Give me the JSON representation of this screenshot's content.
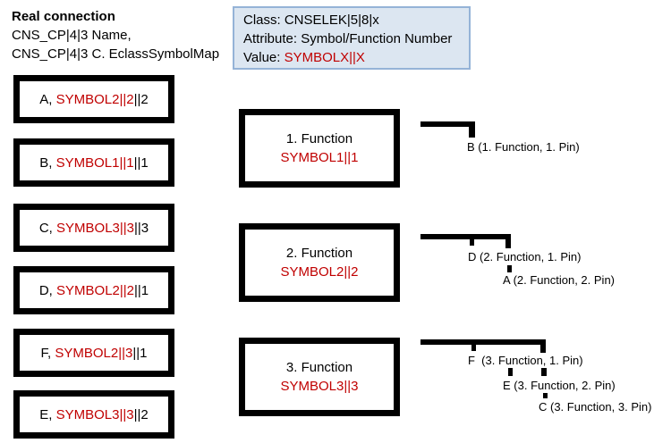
{
  "header": {
    "title": "Real connection",
    "line2": "CNS_CP|4|3 Name,",
    "line3": "CNS_CP|4|3 C. EclassSymbolMap"
  },
  "info_box": {
    "class_line": "Class: CNSELEK|5|8|x",
    "attribute_line": "Attribute: Symbol/Function Number",
    "value_label": "Value: ",
    "value": "SYMBOLX||X"
  },
  "connections": [
    {
      "prefix": "A, ",
      "symbol": "SYMBOL2||2",
      "suffix": "||2"
    },
    {
      "prefix": "B, ",
      "symbol": "SYMBOL1||1",
      "suffix": "||1"
    },
    {
      "prefix": "C, ",
      "symbol": "SYMBOL3||3",
      "suffix": "||3"
    },
    {
      "prefix": "D, ",
      "symbol": "SYMBOL2||2",
      "suffix": "||1"
    },
    {
      "prefix": "F, ",
      "symbol": "SYMBOL2||3",
      "suffix": "||1"
    },
    {
      "prefix": "E, ",
      "symbol": "SYMBOL3||3",
      "suffix": "||2"
    }
  ],
  "functions": [
    {
      "title": "1. Function",
      "symbol": "SYMBOL1||1",
      "pins": [
        "B (1. Function, 1. Pin)"
      ]
    },
    {
      "title": "2. Function",
      "symbol": "SYMBOL2||2",
      "pins": [
        "D (2. Function, 1. Pin)",
        "A (2. Function, 2. Pin)"
      ]
    },
    {
      "title": "3. Function",
      "symbol": "SYMBOL3||3",
      "pins": [
        "F  (3. Function, 1. Pin)",
        "E (3. Function, 2. Pin)",
        "C (3. Function, 3. Pin)"
      ]
    }
  ],
  "colors": {
    "accent_red": "#c00000",
    "info_fill": "#dce6f1",
    "info_border": "#95b3d7",
    "line_black": "#000000"
  }
}
